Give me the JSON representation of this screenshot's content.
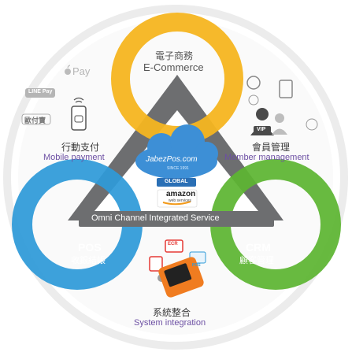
{
  "ecommerce": {
    "zh": "電子商務",
    "en": "E-Commerce"
  },
  "mobile_payment": {
    "zh": "行動支付",
    "en": "Mobile payment"
  },
  "member": {
    "zh": "會員管理",
    "en": "Member management"
  },
  "pos": {
    "en": "POS",
    "zh": "收銀結帳"
  },
  "crm": {
    "en": "CRM",
    "zh": "顧客管理"
  },
  "system": {
    "zh": "系統整合",
    "en": "System integration"
  },
  "center": {
    "band": "Omni Channel Integrated Service",
    "cloud_brand": "JabezPos.com",
    "cloud_since": "SINCE 1991",
    "global_badge": "GLOBAL",
    "amazon_text": "amazon",
    "amazon_sub": "web services"
  },
  "logos": {
    "apple_pay": "Pay",
    "line_pay": "LINE Pay",
    "all_pay": "歐付寶",
    "vip": "VIP",
    "ecr": "ECR",
    "pos_small": "POS"
  },
  "colors": {
    "ecommerce": "#f5b520",
    "pos": "#2e9ad8",
    "crm": "#5cb531",
    "triangle": "#6d6e70",
    "bg_ring": "#eeeeee"
  }
}
